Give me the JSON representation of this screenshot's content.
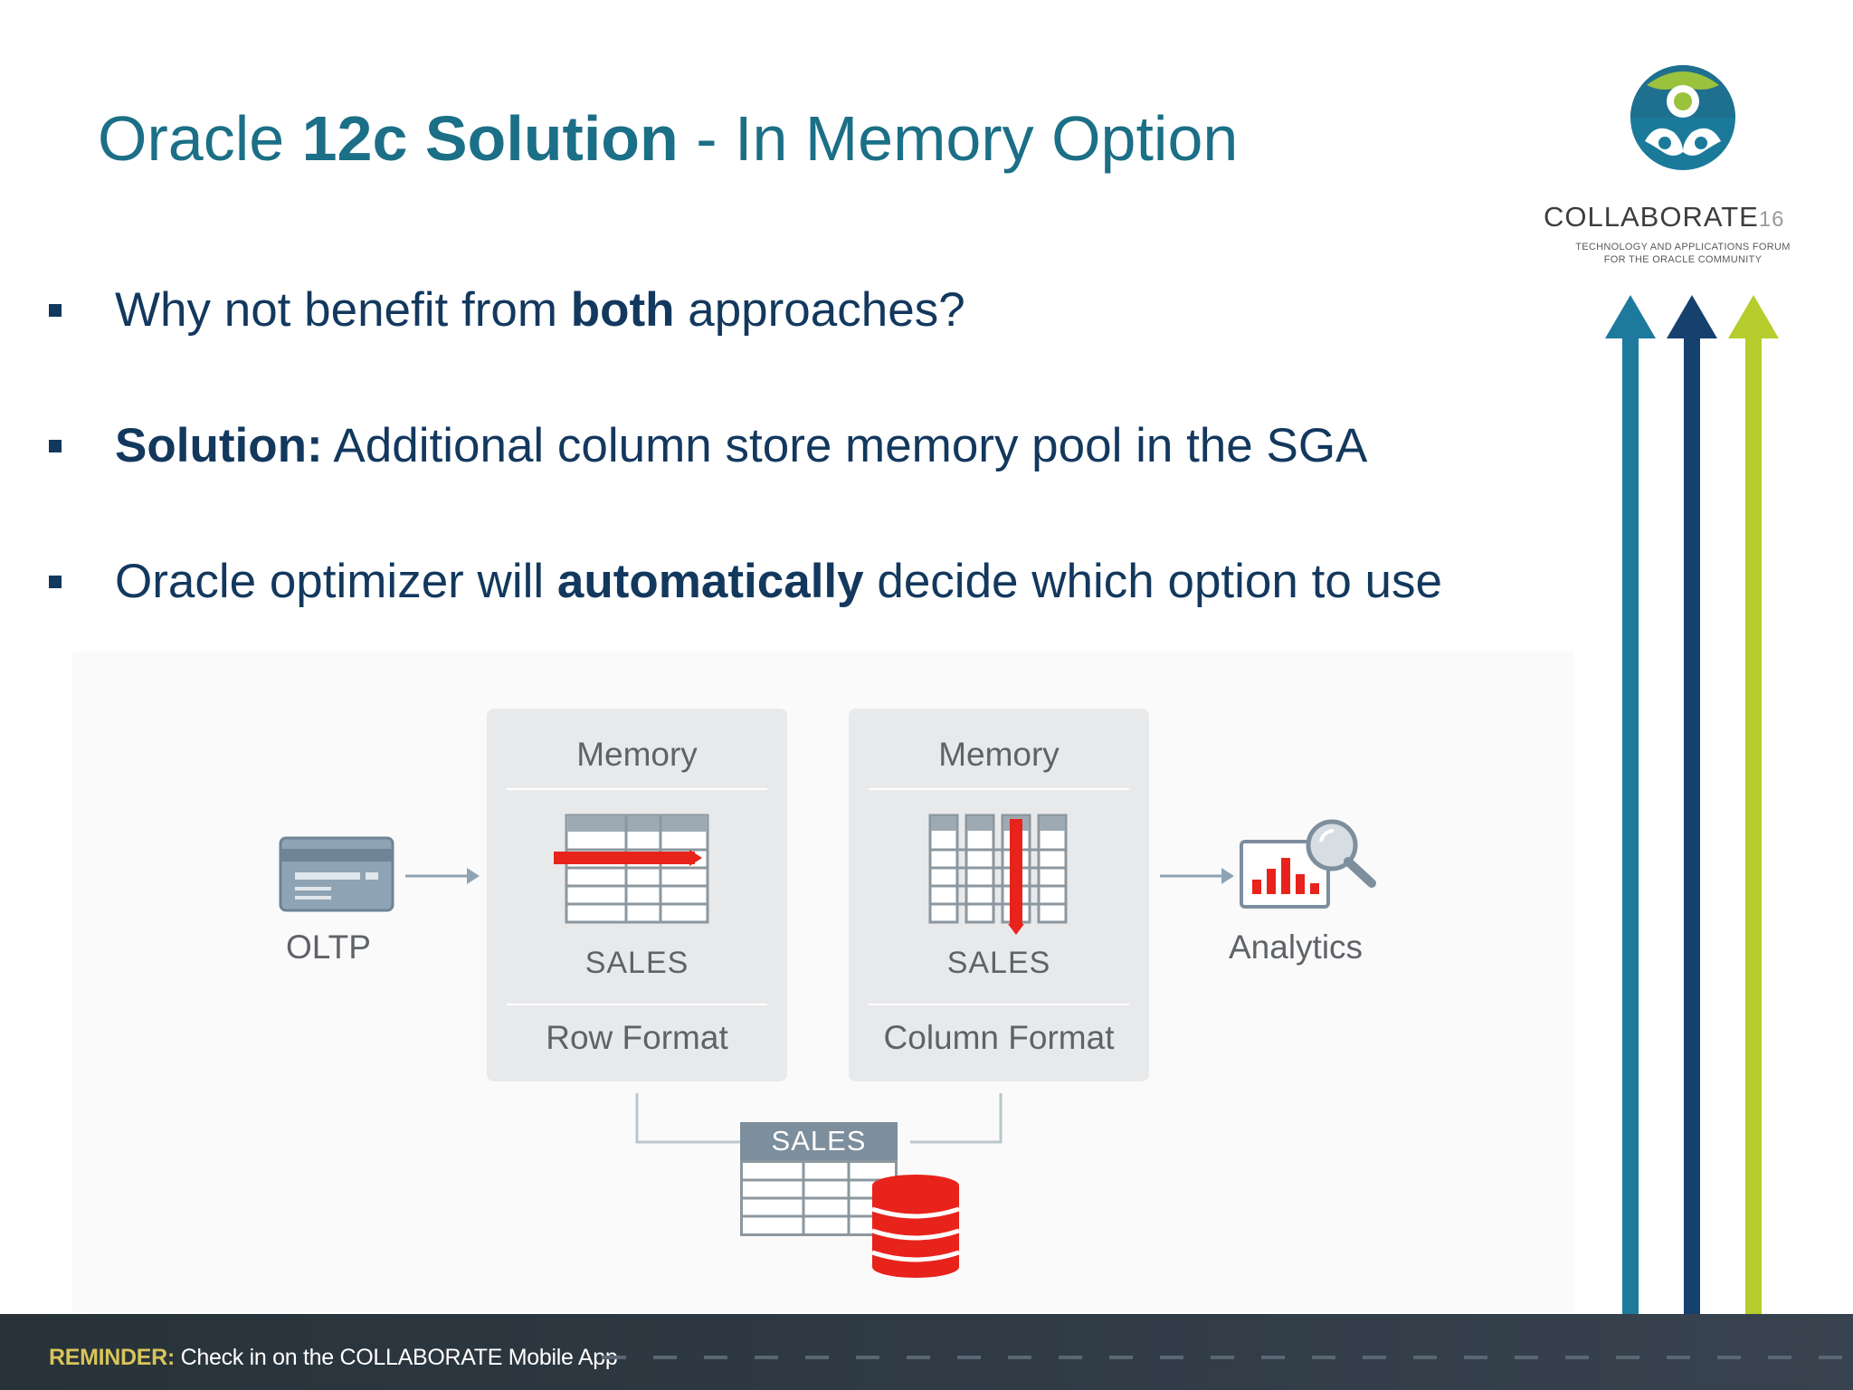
{
  "title": {
    "pre": "Oracle ",
    "bold": "12c Solution",
    "post": " - In Memory Option"
  },
  "bullets": [
    {
      "pre": "Why not benefit from ",
      "bold": "both",
      "post": " approaches?"
    },
    {
      "pre": "",
      "bold": "Solution:",
      "post": " Additional column store memory pool in the SGA"
    },
    {
      "pre": "Oracle optimizer will ",
      "bold": "automatically",
      "post": " decide which option to use"
    }
  ],
  "logo": {
    "word": "COLLABORATE",
    "suffix": "16",
    "tagline_1": "TECHNOLOGY AND APPLICATIONS FORUM",
    "tagline_2": "FOR THE ORACLE COMMUNITY"
  },
  "diagram": {
    "oltp_label": "OLTP",
    "analytics_label": "Analytics",
    "row_panel": {
      "header": "Memory",
      "table": "SALES",
      "format": "Row Format"
    },
    "column_panel": {
      "header": "Memory",
      "table": "SALES",
      "format": "Column Format"
    },
    "storage_table": "SALES"
  },
  "footer": {
    "label": "REMINDER:",
    "text": " Check in on the COLLABORATE Mobile App"
  },
  "colors": {
    "title": "#1b6f86",
    "body": "#13385e",
    "accent_red": "#e8231b",
    "arrow_teal": "#1e7a9c",
    "arrow_navy": "#16406e",
    "arrow_lime": "#b7cd2d"
  }
}
